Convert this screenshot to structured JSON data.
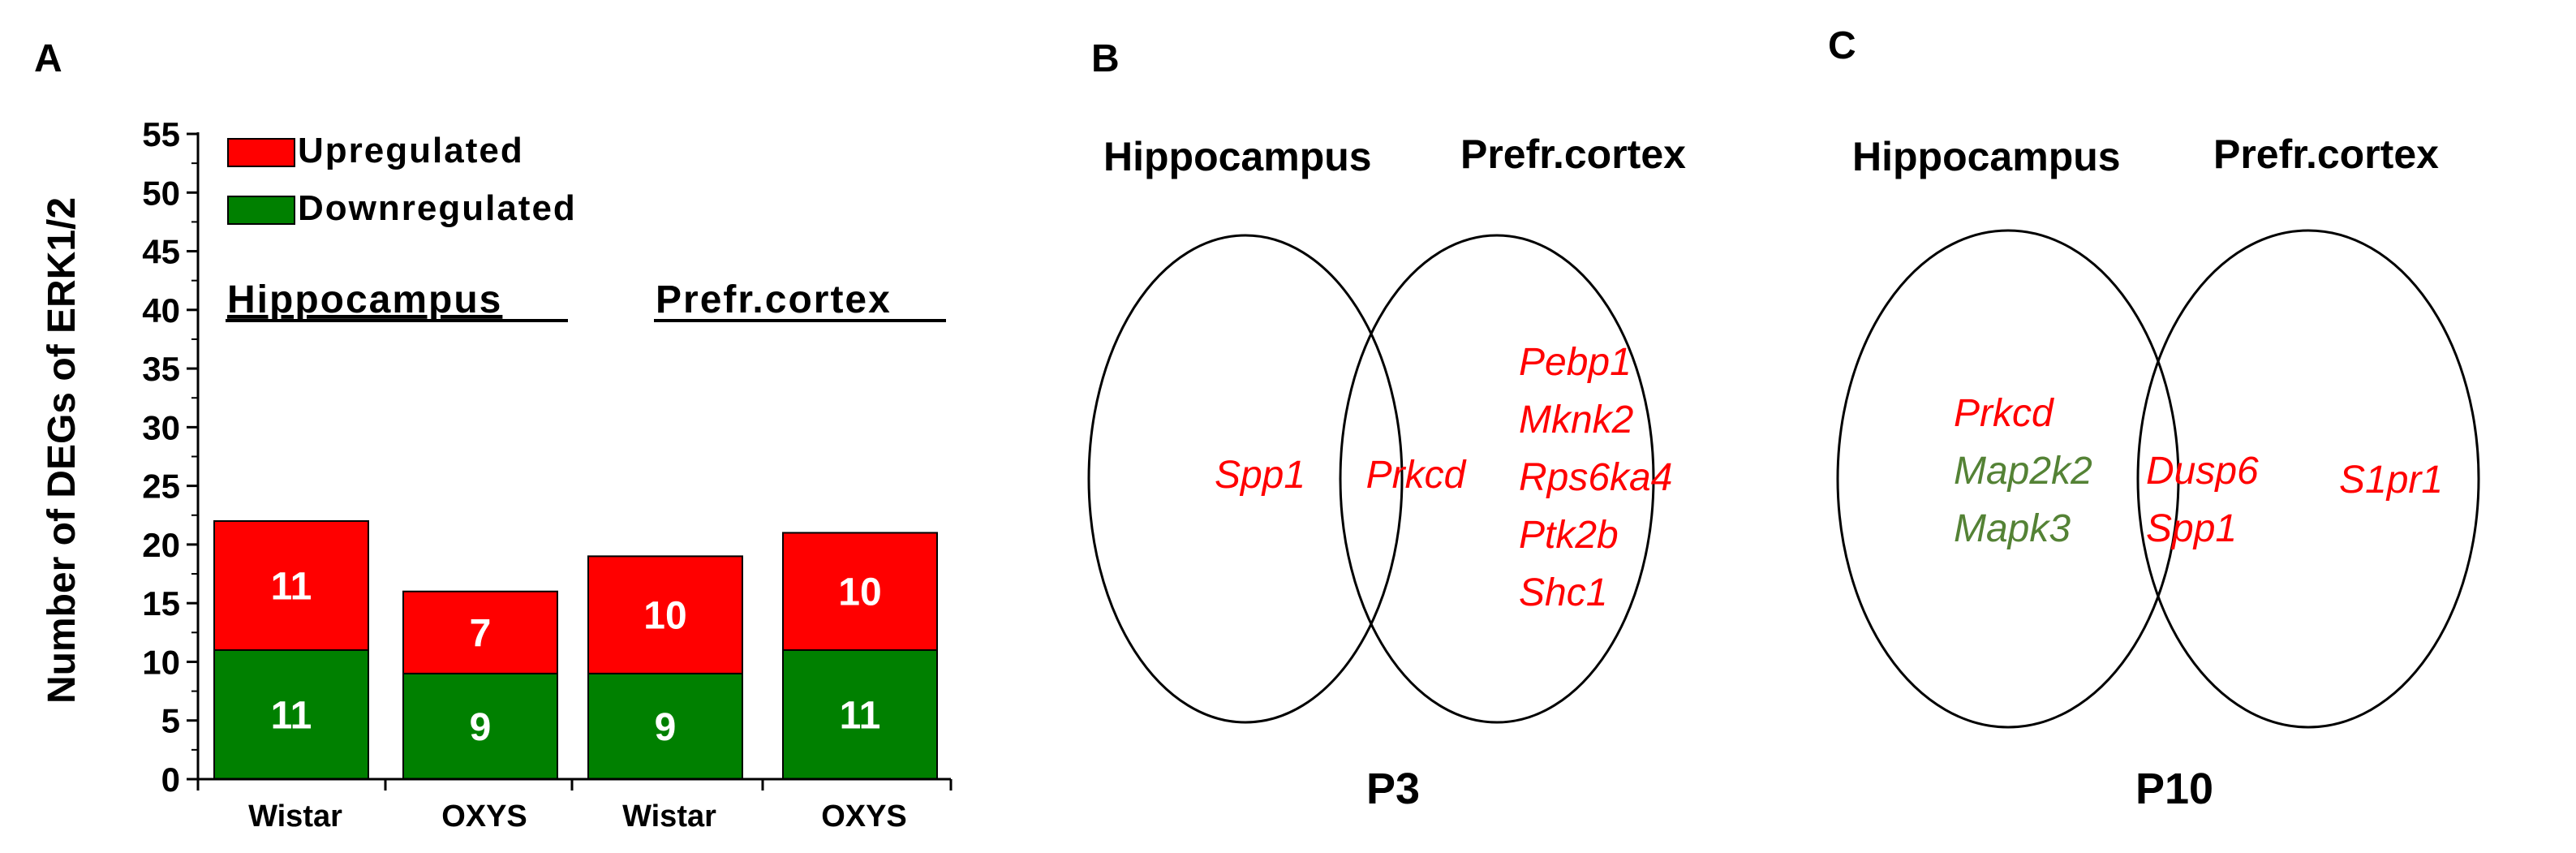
{
  "panels": {
    "A": "A",
    "B": "B",
    "C": "C"
  },
  "colors": {
    "up": "#ff0000",
    "down": "#008000",
    "gene_red": "#ff0000",
    "gene_green": "#548235"
  },
  "chart_data": {
    "type": "bar",
    "stacked": true,
    "ylabel": "Number of DEGs of ERK1/2",
    "ylim": [
      0,
      55
    ],
    "yticks": [
      0,
      5,
      10,
      15,
      20,
      25,
      30,
      35,
      40,
      45,
      50,
      55
    ],
    "categories": [
      "Wistar",
      "OXYS",
      "Wistar",
      "OXYS"
    ],
    "series": [
      {
        "name": "Downregulated",
        "values": [
          11,
          9,
          9,
          11
        ]
      },
      {
        "name": "Upregulated",
        "values": [
          11,
          7,
          10,
          10
        ]
      }
    ],
    "group_labels": [
      "Hippocampus",
      "Prefr.cortex"
    ],
    "legend_placement": "top-left"
  },
  "venn_b": {
    "left_title": "Hippocampus",
    "right_title": "Prefr.cortex",
    "caption": "P3",
    "left_genes": [
      {
        "name": "Spp1",
        "color": "red"
      }
    ],
    "overlap_genes": [
      {
        "name": "Prkcd",
        "color": "red"
      }
    ],
    "right_genes": [
      {
        "name": "Pebp1",
        "color": "red"
      },
      {
        "name": "Mknk2",
        "color": "red"
      },
      {
        "name": "Rps6ka4",
        "color": "red"
      },
      {
        "name": "Ptk2b",
        "color": "red"
      },
      {
        "name": "Shc1",
        "color": "red"
      }
    ]
  },
  "venn_c": {
    "left_title": "Hippocampus",
    "right_title": "Prefr.cortex",
    "caption": "P10",
    "left_genes": [
      {
        "name": "Prkcd",
        "color": "red"
      },
      {
        "name": "Map2k2",
        "color": "green"
      },
      {
        "name": "Mapk3",
        "color": "green"
      }
    ],
    "overlap_genes": [
      {
        "name": "Dusp6",
        "color": "red"
      },
      {
        "name": "Spp1",
        "color": "red"
      }
    ],
    "right_genes": [
      {
        "name": "S1pr1",
        "color": "red"
      }
    ]
  }
}
